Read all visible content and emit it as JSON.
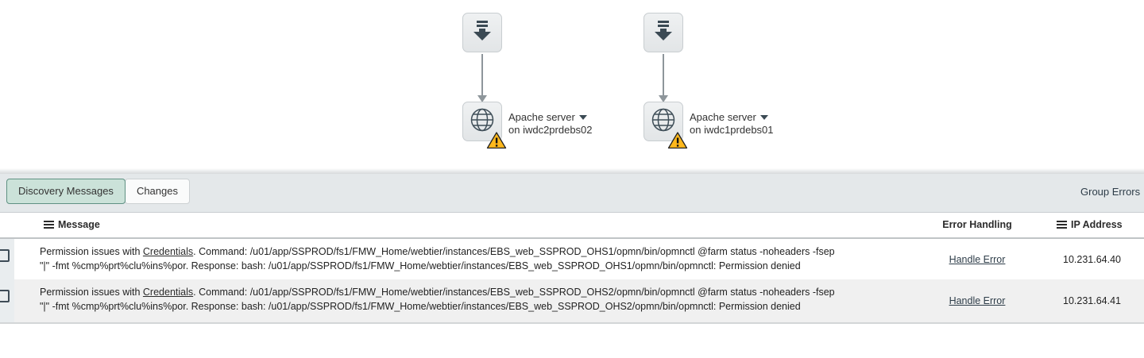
{
  "diagram": {
    "nodes": [
      {
        "type_label": "Apache server",
        "host_label": "on iwdc2prdebs02"
      },
      {
        "type_label": "Apache server",
        "host_label": "on iwdc1prdebs01"
      }
    ],
    "icons": {
      "top_node": "download-icon",
      "server_node": "globe-icon",
      "status": "warning-triangle-icon",
      "dropdown": "caret-down-icon"
    }
  },
  "panel": {
    "tabs": [
      {
        "label": "Discovery Messages",
        "active": true
      },
      {
        "label": "Changes",
        "active": false
      }
    ],
    "group_errors_label": "Group Errors"
  },
  "table": {
    "columns": {
      "message": "Message",
      "error_handling": "Error Handling",
      "ip": "IP Address"
    },
    "rows": [
      {
        "message_prefix": "Permission issues with ",
        "credentials_label": "Credentials",
        "message_rest": ". Command: /u01/app/SSPROD/fs1/FMW_Home/webtier/instances/EBS_web_SSPROD_OHS1/opmn/bin/opmnctl @farm status -noheaders -fsep \"|\" -fmt %cmp%prt%clu%ins%por. Response: bash: /u01/app/SSPROD/fs1/FMW_Home/webtier/instances/EBS_web_SSPROD_OHS1/opmn/bin/opmnctl: Permission denied",
        "error_handling_label": "Handle Error",
        "ip": "10.231.64.40"
      },
      {
        "message_prefix": "Permission issues with ",
        "credentials_label": "Credentials",
        "message_rest": ". Command: /u01/app/SSPROD/fs1/FMW_Home/webtier/instances/EBS_web_SSPROD_OHS2/opmn/bin/opmnctl @farm status -noheaders -fsep \"|\" -fmt %cmp%prt%clu%ins%por. Response: bash: /u01/app/SSPROD/fs1/FMW_Home/webtier/instances/EBS_web_SSPROD_OHS2/opmn/bin/opmnctl: Permission denied",
        "error_handling_label": "Handle Error",
        "ip": "10.231.64.41"
      }
    ]
  },
  "colors": {
    "active_tab_bg": "#cbe2d9",
    "active_tab_border": "#5f9183",
    "tabbar_bg": "#e4e8ea",
    "warning_yellow": "#ffb81c",
    "icon_slate": "#3b4a54",
    "row_alt_bg": "#f0f0f0",
    "link_color": "#2e3d49"
  }
}
